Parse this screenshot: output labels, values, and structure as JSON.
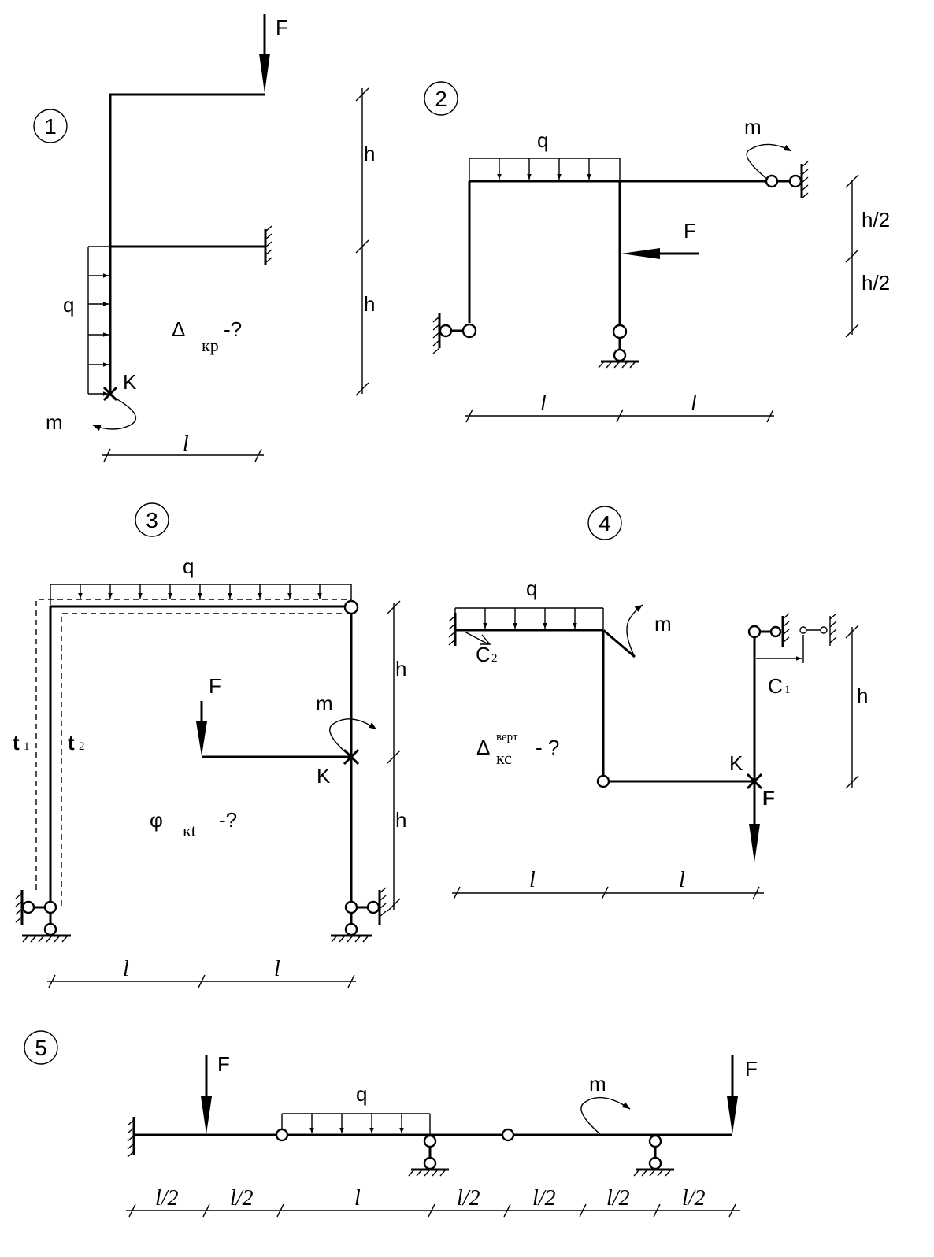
{
  "schemes": [
    {
      "number": "1",
      "labels": {
        "F": "F",
        "q": "q",
        "K": "K",
        "m": "m",
        "h_top": "h",
        "h_bottom": "h",
        "l": "l",
        "task_symbol": "Δ",
        "task_sub": "кр",
        "task_rest": "-?"
      }
    },
    {
      "number": "2",
      "labels": {
        "q": "q",
        "m": "m",
        "F": "F",
        "h2_top": "h/2",
        "h2_bottom": "h/2",
        "l_left": "l",
        "l_right": "l"
      }
    },
    {
      "number": "3",
      "labels": {
        "q": "q",
        "F": "F",
        "m": "m",
        "K": "K",
        "t1": "t",
        "t1_sub": "1",
        "t2": "t",
        "t2_sub": "2",
        "h_top": "h",
        "h_bottom": "h",
        "l_left": "l",
        "l_right": "l",
        "task_symbol": "φ",
        "task_sub": "кt",
        "task_rest": "-?"
      }
    },
    {
      "number": "4",
      "labels": {
        "q": "q",
        "m": "m",
        "C2": "C",
        "C2_sub": "2",
        "C1": "C",
        "C1_sub": "1",
        "K": "K",
        "F": "F",
        "h": "h",
        "l_left": "l",
        "l_right": "l",
        "task_symbol": "Δ",
        "task_sup": "верт",
        "task_sub": "кс",
        "task_rest": "- ?"
      }
    },
    {
      "number": "5",
      "labels": {
        "F_left": "F",
        "q": "q",
        "m": "m",
        "F_right": "F",
        "dims": [
          "l/2",
          "l/2",
          "l",
          "l/2",
          "l/2",
          "l/2",
          "l/2"
        ]
      }
    }
  ]
}
